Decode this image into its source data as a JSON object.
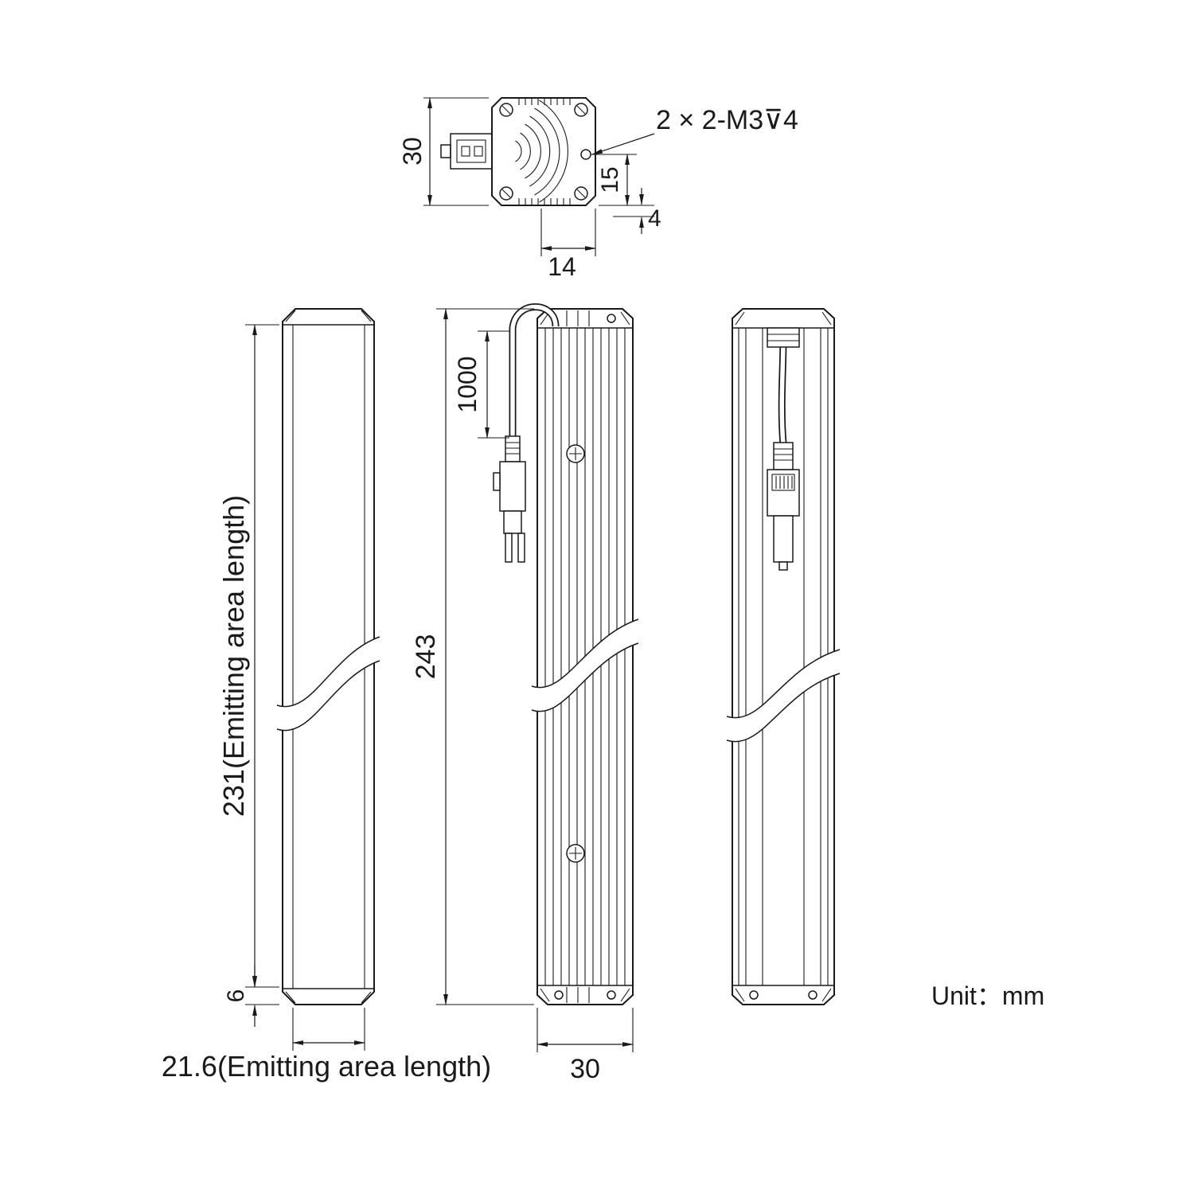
{
  "drawing": {
    "unit_label": "Unit：mm",
    "top_view": {
      "thread_callout": "2 × 2-M3⊽4",
      "dim_height": "30",
      "dim_hole_to_edge": "15",
      "dim_edge_offset": "4",
      "dim_half_width": "14"
    },
    "front_view": {
      "dim_emitting_length": "231(Emitting area length)",
      "dim_end_cap": "6",
      "dim_emitting_width": "21.6(Emitting area length)"
    },
    "side_view": {
      "dim_cable_length": "1000",
      "dim_overall_length": "243",
      "dim_body_width": "30"
    }
  }
}
